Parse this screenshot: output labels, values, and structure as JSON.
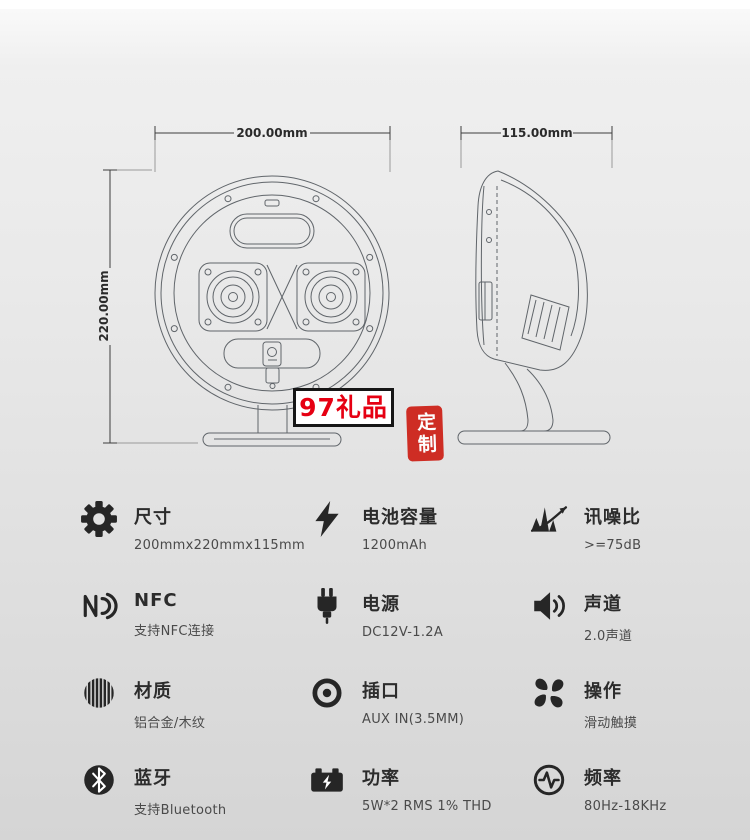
{
  "page": {
    "background_top": "#fbfbfb",
    "background_bottom": "#d5d5d5",
    "accent_red": "#e60012",
    "ink": "#2b2b2b",
    "line_gray": "#60656a"
  },
  "diagram": {
    "front_width": "200.00mm",
    "front_height": "220.00mm",
    "side_depth": "115.00mm"
  },
  "watermark": {
    "brand": "97礼品",
    "seal": "定制"
  },
  "specs": [
    {
      "icon": "gear-icon",
      "title": "尺寸",
      "value": "200mmx220mmx115mm"
    },
    {
      "icon": "lightning-icon",
      "title": "电池容量",
      "value": "1200mAh"
    },
    {
      "icon": "soundwave-icon",
      "title": "讯噪比",
      "value": ">=75dB"
    },
    {
      "icon": "nfc-icon",
      "title": "NFC",
      "value": "支持NFC连接"
    },
    {
      "icon": "power-plug-icon",
      "title": "电源",
      "value": "DC12V-1.2A"
    },
    {
      "icon": "speaker-icon",
      "title": "声道",
      "value": "2.0声道"
    },
    {
      "icon": "wood-grain-icon",
      "title": "材质",
      "value": "铝合金/木纹"
    },
    {
      "icon": "audio-jack-icon",
      "title": "插口",
      "value": "AUX IN(3.5MM)"
    },
    {
      "icon": "touch-gesture-icon",
      "title": "操作",
      "value": "滑动触摸"
    },
    {
      "icon": "bluetooth-icon",
      "title": "蓝牙",
      "value": "支持Bluetooth"
    },
    {
      "icon": "battery-icon",
      "title": "功率",
      "value": "5W*2 RMS 1% THD"
    },
    {
      "icon": "frequency-icon",
      "title": "频率",
      "value": "80Hz-18KHz"
    }
  ]
}
